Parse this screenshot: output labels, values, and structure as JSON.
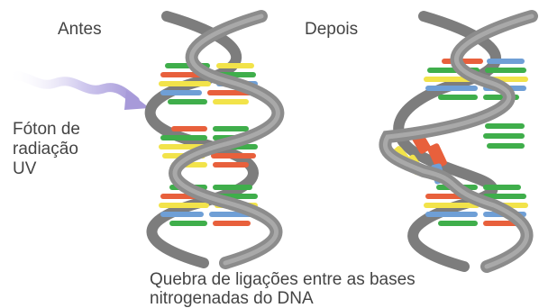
{
  "labels": {
    "before": "Antes",
    "after": "Depois",
    "photon": [
      "Fóton de",
      "radiação",
      "UV"
    ],
    "caption": [
      "Quebra de ligações entre as bases",
      "nitrogenadas do DNA"
    ]
  },
  "colors": {
    "backbone": "#8c8c8c",
    "backbone_edge": "#5c5c5c",
    "base_green": "#3fae4b",
    "base_red": "#e8603c",
    "base_yellow": "#f2e34a",
    "base_blue": "#6f9fd6",
    "photon_arrow": "#b7aee0"
  }
}
